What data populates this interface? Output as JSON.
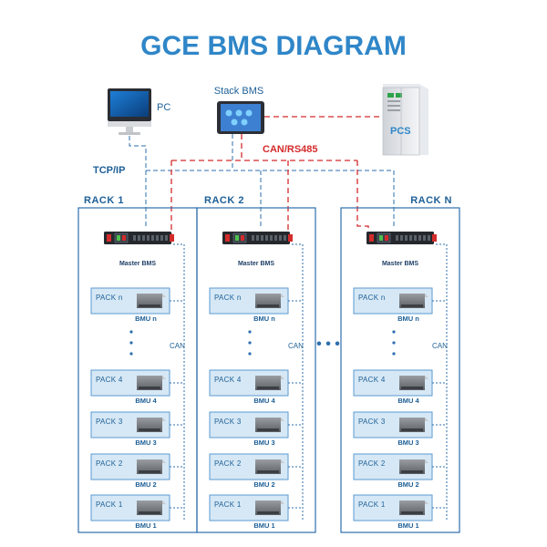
{
  "title": "GCE BMS DIAGRAM",
  "devices": {
    "pc": "PC",
    "stack_bms": "Stack BMS",
    "pcs": "PCS"
  },
  "links": {
    "tcp_ip": "TCP/IP",
    "can_rs485": "CAN/RS485",
    "can": "CAN"
  },
  "racks": [
    {
      "label": "RACK 1",
      "master_bms": "Master BMS",
      "packs": [
        {
          "pack": "PACK  n",
          "bmu": "BMU  n"
        },
        {
          "pack": "PACK  4",
          "bmu": "BMU  4"
        },
        {
          "pack": "PACK  3",
          "bmu": "BMU  3"
        },
        {
          "pack": "PACK  2",
          "bmu": "BMU  2"
        },
        {
          "pack": "PACK  1",
          "bmu": "BMU  1"
        }
      ]
    },
    {
      "label": "RACK 2",
      "master_bms": "Master BMS",
      "packs": [
        {
          "pack": "PACK  n",
          "bmu": "BMU  n"
        },
        {
          "pack": "PACK  4",
          "bmu": "BMU  4"
        },
        {
          "pack": "PACK  3",
          "bmu": "BMU  3"
        },
        {
          "pack": "PACK  2",
          "bmu": "BMU  2"
        },
        {
          "pack": "PACK  1",
          "bmu": "BMU  1"
        }
      ]
    },
    {
      "label": "RACK N",
      "master_bms": "Master BMS",
      "packs": [
        {
          "pack": "PACK  n",
          "bmu": "BMU  n"
        },
        {
          "pack": "PACK  4",
          "bmu": "BMU  4"
        },
        {
          "pack": "PACK  3",
          "bmu": "BMU  3"
        },
        {
          "pack": "PACK  2",
          "bmu": "BMU  2"
        },
        {
          "pack": "PACK  1",
          "bmu": "BMU  1"
        }
      ]
    }
  ],
  "colors": {
    "accent_blue": "#2f86c8",
    "line_blue": "#2e6fae",
    "red_link": "#d42b2b",
    "pack_fill": "#d6e8f5"
  }
}
